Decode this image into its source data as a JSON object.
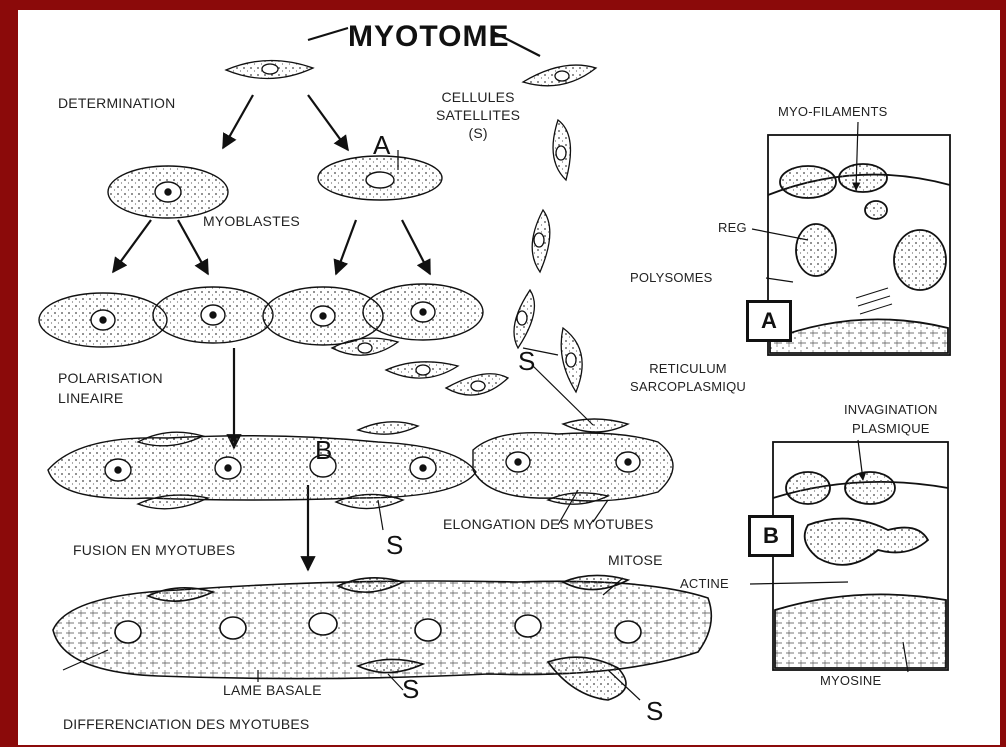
{
  "title": "MYOTOME",
  "labels": {
    "determination": "DETERMINATION",
    "cellules_satellites": "CELLULES\nSATELLITES\n(S)",
    "myoblastes": "MYOBLASTES",
    "polarisation": "POLARISATION\nLINEAIRE",
    "fusion": "FUSION EN MYOTUBES",
    "elongation": "ELONGATION DES MYOTUBES",
    "mitose": "MITOSE",
    "lame_basale": "LAME BASALE",
    "differenciation": "DIFFERENCIATION DES MYOTUBES",
    "myo_filaments": "MYO-FILAMENTS",
    "reg": "REG",
    "polysomes": "POLYSOMES",
    "reticulum": "RETICULUM\nSARCOPLASMIQU",
    "invagination": "INVAGINATION\nPLASMIQUE",
    "actine": "ACTINE",
    "myosine": "MYOSINE"
  },
  "letters": {
    "a_marker": "A",
    "b_marker": "B",
    "s": "S",
    "box_a": "A",
    "box_b": "B"
  },
  "colors": {
    "border": "#8b0a0a",
    "background": "#ffffff",
    "ink": "#111111"
  }
}
